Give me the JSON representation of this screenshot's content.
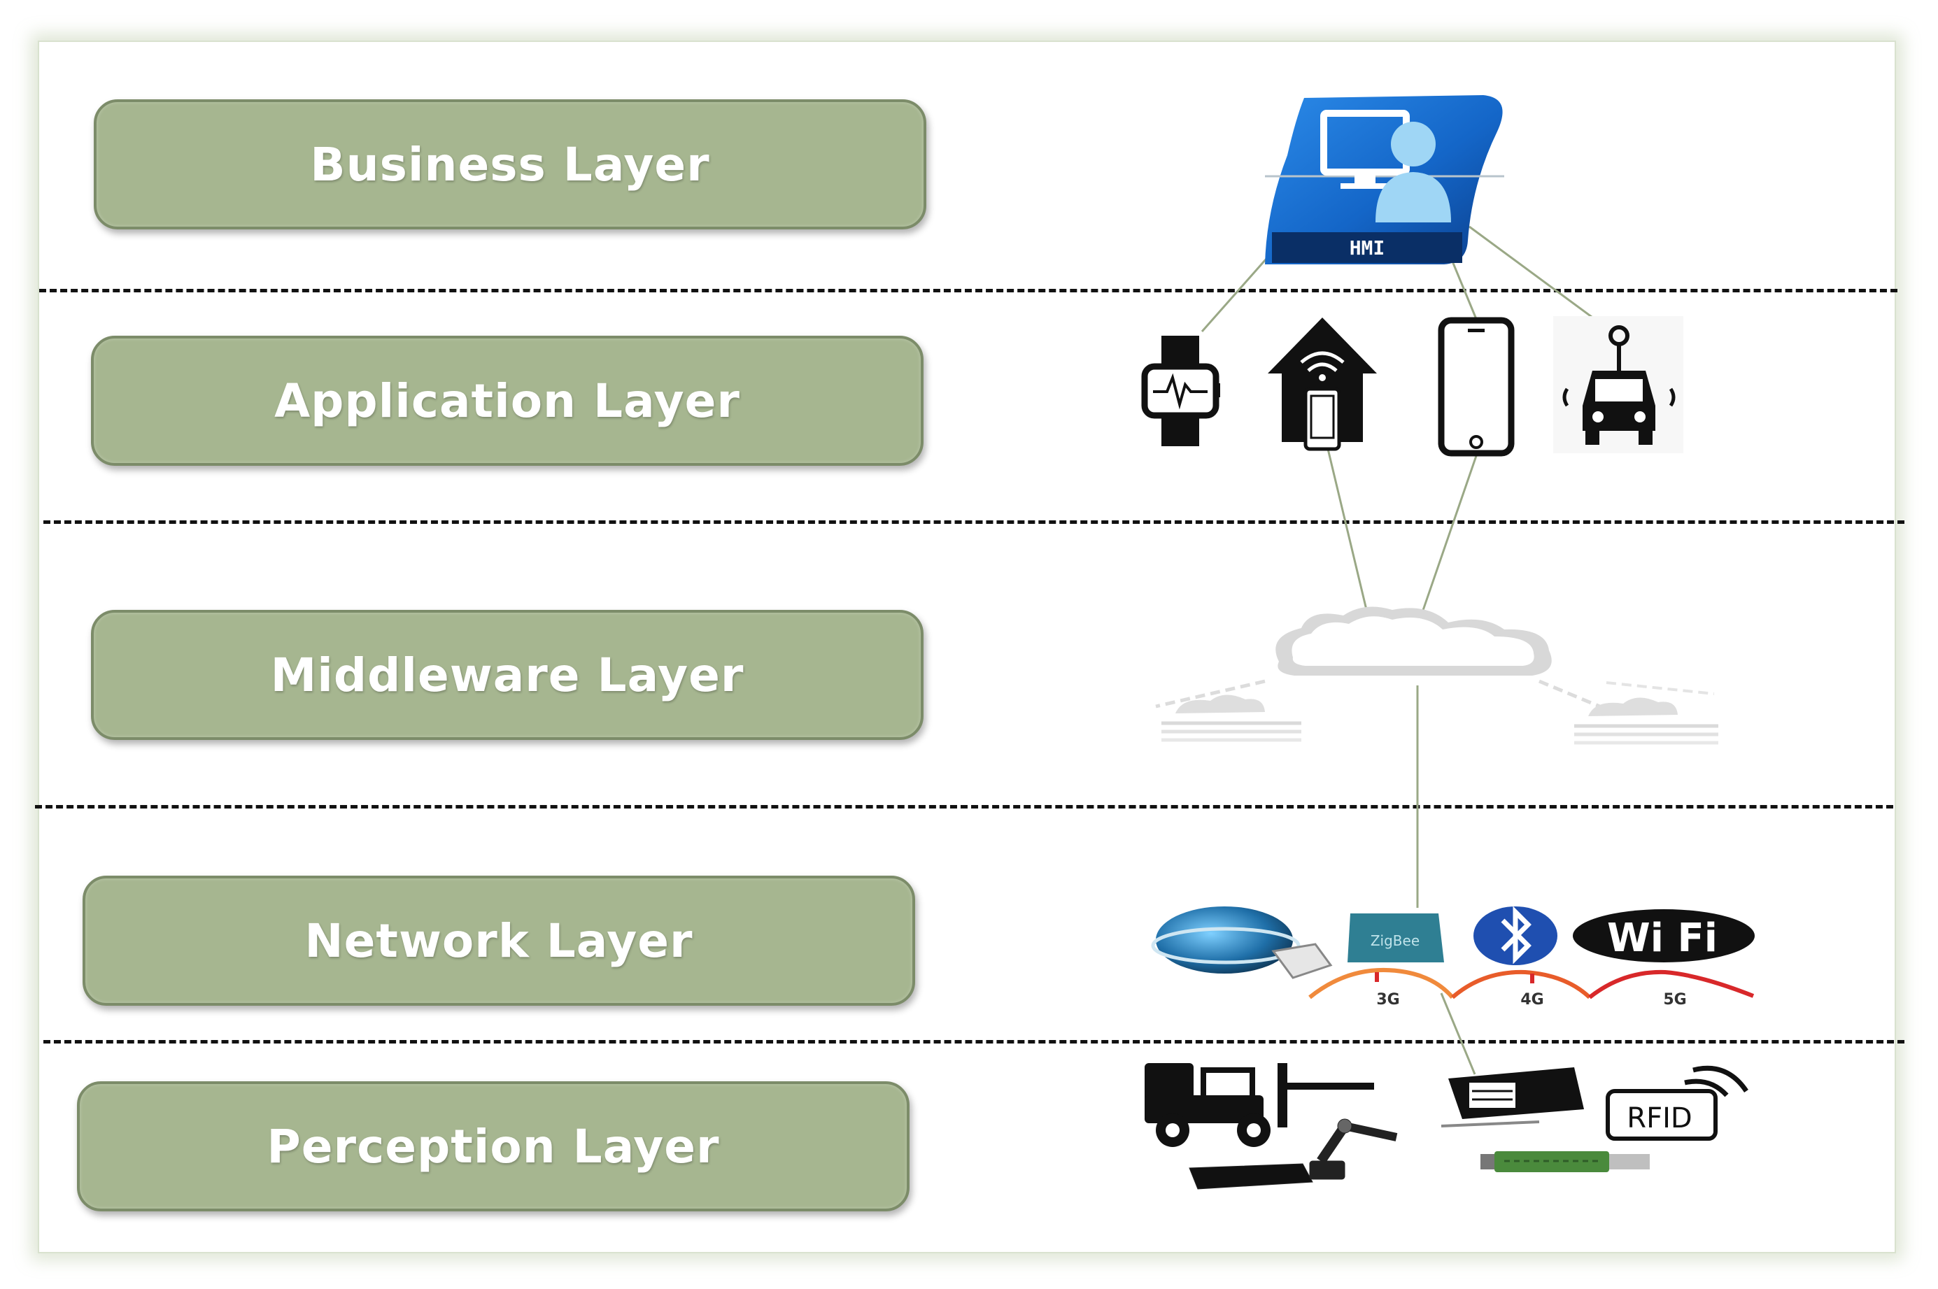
{
  "layers": [
    {
      "label": "Business Layer"
    },
    {
      "label": "Application Layer"
    },
    {
      "label": "Middleware Layer"
    },
    {
      "label": "Network Layer"
    },
    {
      "label": "Perception Layer"
    }
  ],
  "hmi": {
    "label": "HMI"
  },
  "network": {
    "labels": [
      "3G",
      "4G",
      "5G"
    ],
    "wifi": "Wi Fi",
    "zigbee": "ZigBee"
  },
  "perception": {
    "rfid": "RFID"
  },
  "colors": {
    "layer_fill": "#a6b690",
    "layer_border": "#7c8c69",
    "hmi_blue": "#1466c8",
    "connector": "#9aa886"
  },
  "icons": [
    "hmi-icon",
    "smartwatch-icon",
    "smart-home-icon",
    "smartphone-icon",
    "connected-car-icon",
    "cloud-icon",
    "globe-icon",
    "zigbee-icon",
    "bluetooth-icon",
    "wifi-icon",
    "forklift-icon",
    "robot-arm-icon",
    "rfid-reader-icon",
    "rfid-tag-icon",
    "sensor-board-icon"
  ]
}
